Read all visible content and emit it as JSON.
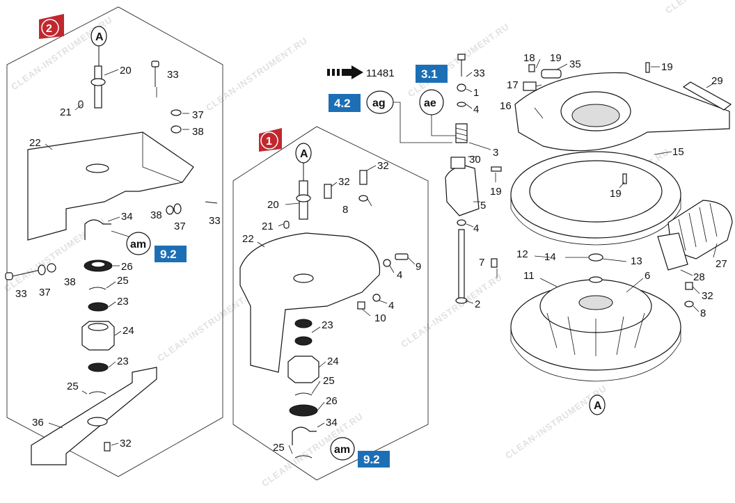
{
  "sections": {
    "s2": "2",
    "s1": "1"
  },
  "view_marker": "A",
  "reference_arrow": {
    "number": "11481"
  },
  "badges": {
    "b31": "3.1",
    "b42": "4.2",
    "b92_left": "9.2",
    "b92_mid": "9.2"
  },
  "circle_codes": {
    "ag": "ag",
    "ae": "ae",
    "am_left": "am",
    "am_mid": "am"
  },
  "watermark": "CLEAN-INSTRUMENT.RU",
  "colors": {
    "badge": "#1d6fb5",
    "section_marker": "#c0282e",
    "line": "#111111"
  },
  "part_labels": {
    "left": [
      "20",
      "33",
      "21",
      "37",
      "38",
      "22",
      "38",
      "37",
      "33",
      "34",
      "33",
      "37",
      "38",
      "26",
      "25",
      "23",
      "24",
      "23",
      "25",
      "36",
      "32"
    ],
    "middle": [
      "32",
      "32",
      "20",
      "8",
      "21",
      "22",
      "9",
      "4",
      "4",
      "10",
      "23",
      "24",
      "25",
      "26",
      "34",
      "25"
    ],
    "right": [
      "33",
      "1",
      "4",
      "18",
      "19",
      "35",
      "19",
      "17",
      "16",
      "29",
      "3",
      "30",
      "15",
      "19",
      "19",
      "5",
      "4",
      "12",
      "14",
      "13",
      "7",
      "11",
      "6",
      "28",
      "27",
      "32",
      "8",
      "2"
    ]
  }
}
